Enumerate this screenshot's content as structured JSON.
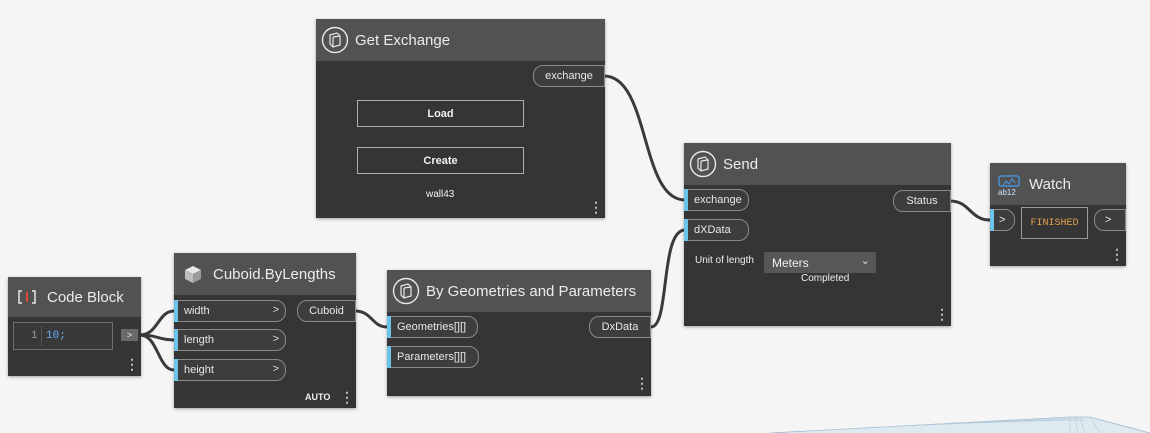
{
  "nodes": {
    "get_exchange": {
      "title": "Get Exchange",
      "output": "exchange",
      "load_label": "Load",
      "create_label": "Create",
      "exchange_name": "wall43"
    },
    "send": {
      "title": "Send",
      "inputs": [
        "exchange",
        "dXData"
      ],
      "output": "Status",
      "unit_label": "Unit of length",
      "unit_value": "Meters",
      "status_text": "Completed"
    },
    "watch": {
      "title": "Watch",
      "input_chevron": ">",
      "value": "FINISHED",
      "output_chevron": ">"
    },
    "code_block": {
      "title": "Code Block",
      "line_number": "1",
      "code": "10;",
      "output_chevron": ">"
    },
    "cuboid": {
      "title": "Cuboid.ByLengths",
      "inputs": [
        "width",
        "length",
        "height"
      ],
      "input_chevron": ">",
      "output": "Cuboid",
      "lacing": "AUTO"
    },
    "by_geometries": {
      "title": "By Geometries and Parameters",
      "inputs": [
        "Geometries[][]",
        "Parameters[][]"
      ],
      "output": "DxData"
    }
  },
  "colors": {
    "canvas": "#f5f5f5",
    "node_body": "#353535",
    "node_header": "#525252",
    "port_accent": "#6bc3e9",
    "watch_text": "#e2a24b",
    "code_text": "#6ab0ff"
  },
  "icons": {
    "exchange_node": "exchange-icon",
    "watch_node": "watch-icon",
    "code_block_node": "code-block-icon",
    "cuboid_node": "cuboid-icon",
    "menu": "vertical-ellipsis-icon"
  }
}
